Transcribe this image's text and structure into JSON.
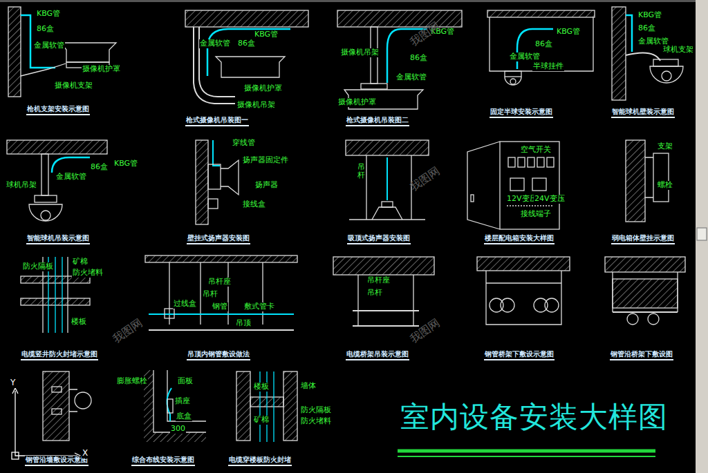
{
  "diagram": {
    "title": "室内设备安装大样图",
    "labels": [
      "KBG管",
      "86盒",
      "金属软管",
      "摄像机护罩",
      "摄像机支架",
      "枪机支架安装示意图",
      "KBG管",
      "金属软管",
      "86盒",
      "摄像机护罩",
      "摄像机吊架",
      "枪式摄像机吊装图一",
      "KBG管",
      "摄像机吊架",
      "86盒",
      "金属软管",
      "摄像机护罩",
      "枪式摄像机吊装图二",
      "KBG管",
      "86盒",
      "金属软管",
      "半球挂件",
      "固定半球安装示意图",
      "KBG管",
      "86盒",
      "金属软管",
      "球机支架",
      "智能球机壁装示意图",
      "86盒",
      "KBG管",
      "金属软管",
      "球机吊架",
      "智能球机吊装示意图",
      "穿线管",
      "扬声器固定件",
      "扬声器",
      "接线盒",
      "壁挂式扬声器安装图",
      "吊杆",
      "吸顶式扬声器安装图",
      "空气开关",
      "12V变压",
      "24V变压",
      "接线端子",
      "楼层配电箱安装大样图",
      "支架",
      "螺栓",
      "弱电箱体壁挂示意图",
      "防火隔板",
      "矿棉",
      "防火堵料",
      "楼板",
      "电缆竖井防火封堵示意图",
      "吊杆座",
      "吊杆",
      "过线盒",
      "钢管",
      "敷式管卡",
      "吊顶",
      "吊顶内钢管敷设做法",
      "吊杆座",
      "吊杆",
      "电缆桥架吊装示意图",
      "钢管桥架下敷设示意图",
      "钢管沿桥架下敷设图",
      "钢管沿墙敷设示意图",
      "膨胀螺栓",
      "面板",
      "插座",
      "底盒",
      "300",
      "综合布线安装示意图",
      "楼板",
      "墙体",
      "矿棉",
      "防火隔板",
      "防火堵料",
      "电缆穿楼板防火封堵",
      "Y",
      "X",
      "我图网",
      "我图网",
      "我图网",
      "我图网"
    ]
  }
}
